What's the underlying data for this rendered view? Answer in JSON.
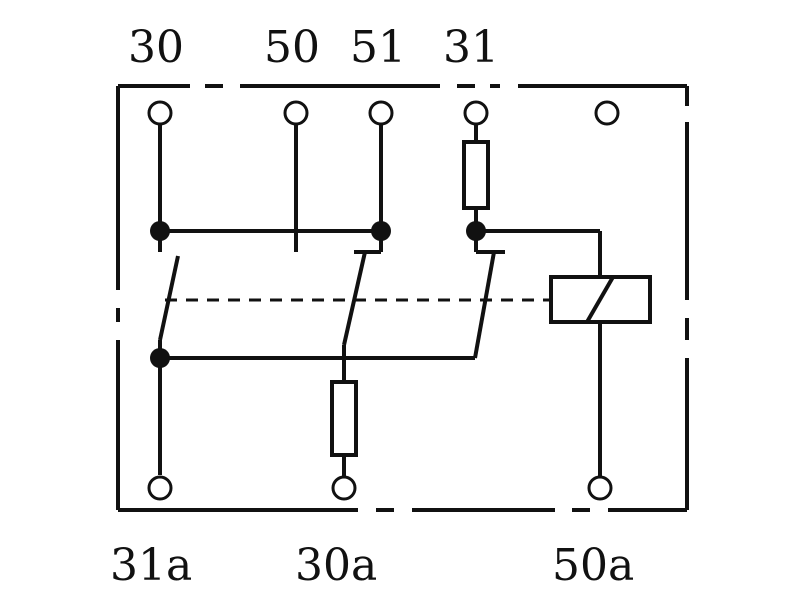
{
  "terminals": {
    "t30": "30",
    "t50": "50",
    "t51": "51",
    "t31": "31",
    "t31a": "31a",
    "t30a": "30a",
    "t50a": "50a"
  }
}
